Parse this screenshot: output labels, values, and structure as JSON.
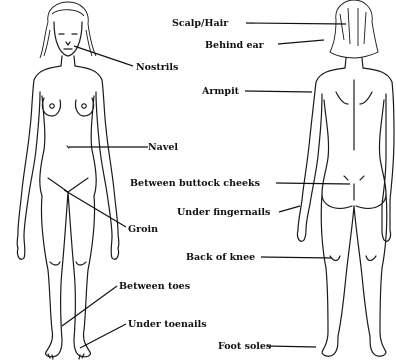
{
  "labels": {
    "scalp_hair": "Scalp/Hair",
    "behind_ear": "Behind ear",
    "nostrils": "Nostrils",
    "armpit": "Armpit",
    "navel": "Navel",
    "between_buttock_cheeks": "Between buttock cheeks",
    "under_fingernails": "Under fingernails",
    "groin": "Groin",
    "back_of_knee": "Back of knee",
    "between_toes": "Between toes",
    "under_toenails": "Under toenails",
    "foot_soles": "Foot soles"
  }
}
